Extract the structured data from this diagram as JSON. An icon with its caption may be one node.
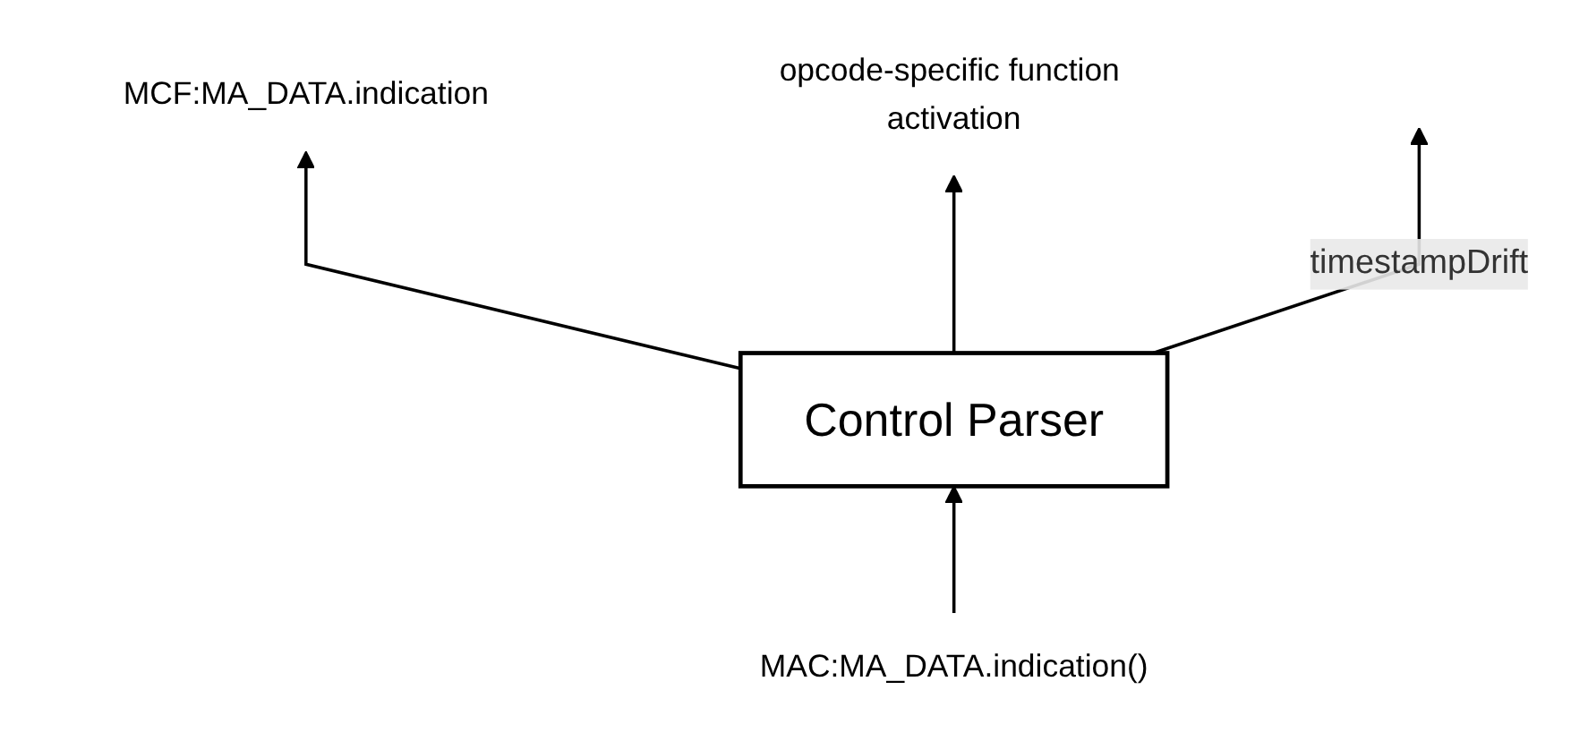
{
  "diagram": {
    "nodes": [
      {
        "text": [
          "Control Parser"
        ]
      },
      {
        "text": [
          "MCF:MA_DATA.indication"
        ]
      },
      {
        "text": [
          "opcode-specific function activation"
        ]
      },
      {
        "text": [
          "MAC:MA_DATA.indication()"
        ]
      }
    ],
    "edges": [
      {
        "from": 0,
        "to": 1,
        "arrow": "to"
      },
      {
        "from": 0,
        "to": 2,
        "arrow": "to"
      },
      {
        "from": 3,
        "to": 0,
        "arrow": "to"
      },
      {
        "from": 0,
        "to": null,
        "label": "timestampDrift",
        "arrow": "to"
      }
    ]
  }
}
